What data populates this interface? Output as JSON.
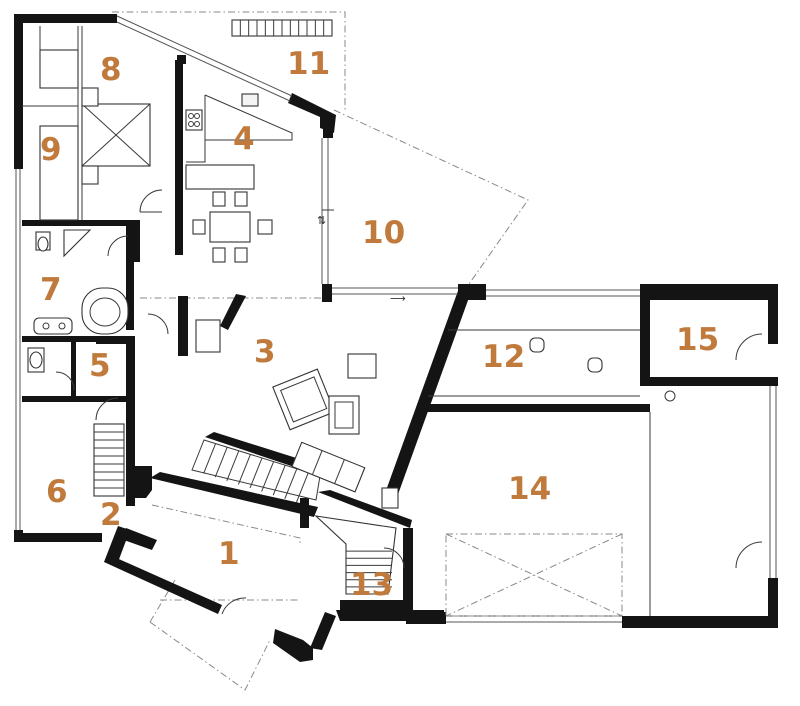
{
  "rooms": [
    {
      "id": "1",
      "label": "1"
    },
    {
      "id": "2",
      "label": "2"
    },
    {
      "id": "3",
      "label": "3"
    },
    {
      "id": "4",
      "label": "4"
    },
    {
      "id": "5",
      "label": "5"
    },
    {
      "id": "6",
      "label": "6"
    },
    {
      "id": "7",
      "label": "7"
    },
    {
      "id": "8",
      "label": "8"
    },
    {
      "id": "9",
      "label": "9"
    },
    {
      "id": "10",
      "label": "10"
    },
    {
      "id": "11",
      "label": "11"
    },
    {
      "id": "12",
      "label": "12"
    },
    {
      "id": "13",
      "label": "13"
    },
    {
      "id": "14",
      "label": "14"
    },
    {
      "id": "15",
      "label": "15"
    }
  ],
  "colors": {
    "wall": "#141414",
    "label": "#c07a3c",
    "line": "#3a3a3a",
    "dashed": "#8a8a8a",
    "background": "#ffffff"
  }
}
